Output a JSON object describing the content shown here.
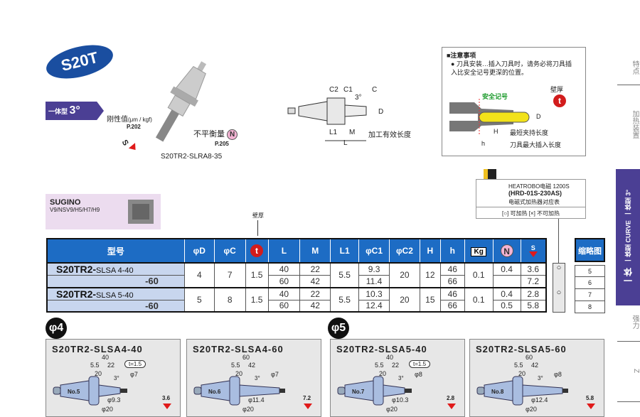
{
  "header": {
    "series": "S20T",
    "type_prefix": "一体型",
    "type_angle": "3°"
  },
  "product_photo": {
    "rigidity_label": "刚性值",
    "rigidity_unit": "(μm / kgf)",
    "rigidity_ref": "P.202",
    "s_label": "S",
    "balance_label": "不平衡量",
    "balance_icon": "N",
    "balance_ref": "P.205",
    "model": "S20TR2-SLRA8-35"
  },
  "dimension_diagram": {
    "labels": [
      "C2",
      "C1",
      "3°",
      "C",
      "D",
      "L1",
      "M",
      "L"
    ],
    "effective_length": "加工有效长度"
  },
  "note": {
    "title": "■注意事项",
    "text": "● 刀具安装…插入刀具时，请务必将刀具插入比安全记号更深的位置。",
    "safety_mark": "安全记号",
    "wall": "壁厚",
    "t": "t",
    "D": "D",
    "H": "H",
    "h": "h",
    "H_desc": "最短夹持长度",
    "h_desc": "刀具最大插入长度"
  },
  "machine": {
    "brand": "SUGINO",
    "models": "V9/NSV9/H5/H7/H9"
  },
  "heater": {
    "line1": "HEATROBO电磁 1200S",
    "line2": "(HRD-01S-230AS)",
    "line3": "电磁式加热器对应表",
    "legend": "[○] 可加热  [×] 不可加热"
  },
  "wall_label": "壁厚",
  "table": {
    "headers": [
      "型号",
      "φD",
      "φC",
      "t",
      "L",
      "M",
      "L1",
      "φC1",
      "φC2",
      "H",
      "h",
      "Kg",
      "N",
      "S"
    ],
    "thumb_header": "缩略图",
    "rows": [
      {
        "model": "S20TR2-",
        "suffix": "SLSA 4-40",
        "D": "4",
        "C": "7",
        "t": "1.5",
        "L": "40",
        "M": "22",
        "L1": "5.5",
        "C1": "9.3",
        "C2": "20",
        "H": "12",
        "h": "46",
        "kg": "0.1",
        "N": "0.4",
        "S": "3.6",
        "heat": "○",
        "thumb": "5"
      },
      {
        "sub": "-60",
        "L": "60",
        "M": "42",
        "C1": "11.4",
        "h": "66",
        "S": "7.2",
        "thumb": "6"
      },
      {
        "model": "S20TR2-",
        "suffix": "SLSA 5-40",
        "D": "5",
        "C": "8",
        "t": "1.5",
        "L": "40",
        "M": "22",
        "L1": "5.5",
        "C1": "10.3",
        "C2": "20",
        "H": "15",
        "h": "46",
        "kg": "0.1",
        "N": "0.4",
        "S": "2.8",
        "heat": "○",
        "thumb": "7"
      },
      {
        "sub": "-60",
        "L": "60",
        "M": "42",
        "C1": "12.4",
        "h": "66",
        "N": "0.5",
        "S": "5.8",
        "thumb": "8"
      }
    ]
  },
  "groups": [
    {
      "label": "φ4"
    },
    {
      "label": "φ5"
    }
  ],
  "cards": [
    {
      "title": "S20TR2-SLSA4-40",
      "L": "40",
      "L1": "5.5",
      "M": "22",
      "t": "t=1.5",
      "c2": "20",
      "angle": "3°",
      "C": "φ7",
      "no": "No.5",
      "C1": "φ9.3",
      "C2": "φ20",
      "S": "3.6"
    },
    {
      "title": "S20TR2-SLSA4-60",
      "L": "60",
      "L1": "5.5",
      "M": "42",
      "c2": "20",
      "angle": "3°",
      "C": "φ7",
      "no": "No.6",
      "C1": "φ11.4",
      "C2": "φ20",
      "S": "7.2"
    },
    {
      "title": "S20TR2-SLSA5-40",
      "L": "40",
      "L1": "5.5",
      "M": "22",
      "t": "t=1.5",
      "c2": "20",
      "angle": "3°",
      "C": "φ8",
      "no": "No.7",
      "C1": "φ10.3",
      "C2": "φ20",
      "S": "2.8"
    },
    {
      "title": "S20TR2-SLSA5-60",
      "L": "60",
      "L1": "5.5",
      "M": "42",
      "c2": "20",
      "angle": "3°",
      "C": "φ8",
      "no": "No.8",
      "C1": "φ12.4",
      "C2": "φ20",
      "S": "5.8"
    }
  ],
  "side_tabs": [
    "特点",
    "加热装置",
    "一体型 3°",
    "一体型 CURVE",
    "一体",
    "强力",
    "Z"
  ]
}
